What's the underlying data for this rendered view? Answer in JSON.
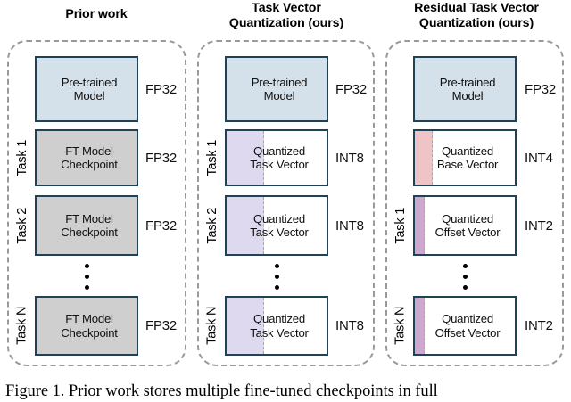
{
  "figure": {
    "caption": "Figure 1. Prior work stores multiple fine-tuned checkpoints in full",
    "colors": {
      "box_border": "#1f4257",
      "panel_border": "#9a9a9a",
      "pretrained_fill": "#d5e1ea",
      "checkpoint_fill": "#cfcfcf",
      "task_vector_strip": "#ded9ee",
      "base_vector_strip": "#eec4c7",
      "offset_vector_strip": "#cda9cf"
    },
    "panels": [
      {
        "id": "prior",
        "title": "Prior work",
        "rows": [
          {
            "task": "",
            "box": "Pre-trained\nModel",
            "precision": "FP32",
            "fill": "blue",
            "strip": null
          },
          {
            "task": "Task 1",
            "box": "FT Model\nCheckpoint",
            "precision": "FP32",
            "fill": "gray",
            "strip": null
          },
          {
            "task": "Task 2",
            "box": "FT Model\nCheckpoint",
            "precision": "FP32",
            "fill": "gray",
            "strip": null
          },
          {
            "task": "Task N",
            "box": "FT Model\nCheckpoint",
            "precision": "FP32",
            "fill": "gray",
            "strip": null
          }
        ]
      },
      {
        "id": "tvq",
        "title": "Task Vector\nQuantization (ours)",
        "rows": [
          {
            "task": "",
            "box": "Pre-trained\nModel",
            "precision": "FP32",
            "fill": "blue",
            "strip": null
          },
          {
            "task": "Task 1",
            "box": "Quantized\nTask Vector",
            "precision": "INT8",
            "fill": "white",
            "strip": "lavender"
          },
          {
            "task": "Task 2",
            "box": "Quantized\nTask Vector",
            "precision": "INT8",
            "fill": "white",
            "strip": "lavender"
          },
          {
            "task": "Task N",
            "box": "Quantized\nTask Vector",
            "precision": "INT8",
            "fill": "white",
            "strip": "lavender"
          }
        ]
      },
      {
        "id": "rtvq",
        "title": "Residual Task Vector\nQuantization (ours)",
        "rows": [
          {
            "task": "",
            "box": "Pre-trained\nModel",
            "precision": "FP32",
            "fill": "blue",
            "strip": null
          },
          {
            "task": "",
            "box": "Quantized\nBase Vector",
            "precision": "INT4",
            "fill": "white",
            "strip": "pink"
          },
          {
            "task": "Task 1",
            "box": "Quantized\nOffset Vector",
            "precision": "INT2",
            "fill": "white",
            "strip": "mauve"
          },
          {
            "task": "Task N",
            "box": "Quantized\nOffset Vector",
            "precision": "INT2",
            "fill": "white",
            "strip": "mauve"
          }
        ]
      }
    ],
    "ellipsis_symbol": "vertical-three-dots"
  }
}
